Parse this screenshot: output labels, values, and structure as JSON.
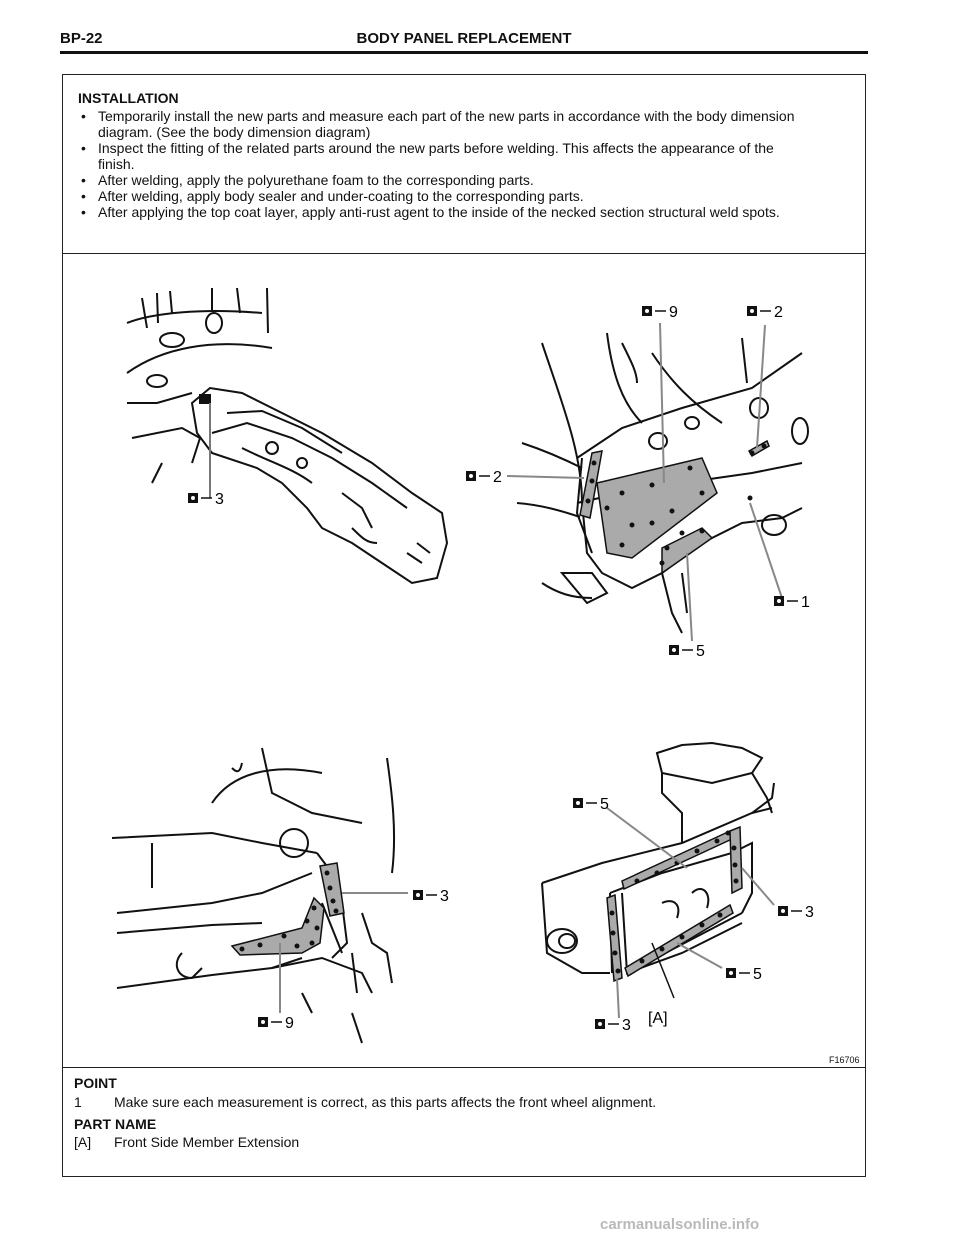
{
  "header": {
    "page_number": "BP-22",
    "title": "BODY PANEL REPLACEMENT"
  },
  "installation": {
    "heading": "INSTALLATION",
    "bullet_symbol": "•",
    "items": [
      {
        "line1": "Temporarily install the new parts and measure each part of the new parts in accordance with the body dimension",
        "line2": "diagram. (See the body dimension diagram)"
      },
      {
        "line1": "Inspect the fitting of the related parts around the new parts before welding. This affects the appearance of the",
        "line2": "finish."
      },
      {
        "line1": "After welding, apply the polyurethane foam to the corresponding parts."
      },
      {
        "line1": "After welding, apply body sealer and under-coating to the corresponding parts."
      },
      {
        "line1": "After applying the top coat layer, apply anti-rust agent to the inside of the necked section structural weld spots."
      }
    ]
  },
  "figure": {
    "code": "F16706",
    "callouts": {
      "top_left": "3",
      "top_right_9": "9",
      "top_right_2a": "2",
      "top_right_2b": "2",
      "top_right_1": "1",
      "top_right_5": "5",
      "bottom_left_3": "3",
      "bottom_left_9": "9",
      "bottom_right_5a": "5",
      "bottom_right_3a": "3",
      "bottom_right_5b": "5",
      "bottom_right_3b": "3",
      "part_ref": "[A]"
    }
  },
  "point": {
    "heading": "POINT",
    "items": [
      {
        "num": "1",
        "text": "Make sure each measurement is correct, as this parts affects the front wheel alignment."
      }
    ]
  },
  "part_name": {
    "heading": "PART NAME",
    "items": [
      {
        "ref": "[A]",
        "text": "Front Side Member Extension"
      }
    ]
  },
  "watermark": "carmanualsonline.info"
}
